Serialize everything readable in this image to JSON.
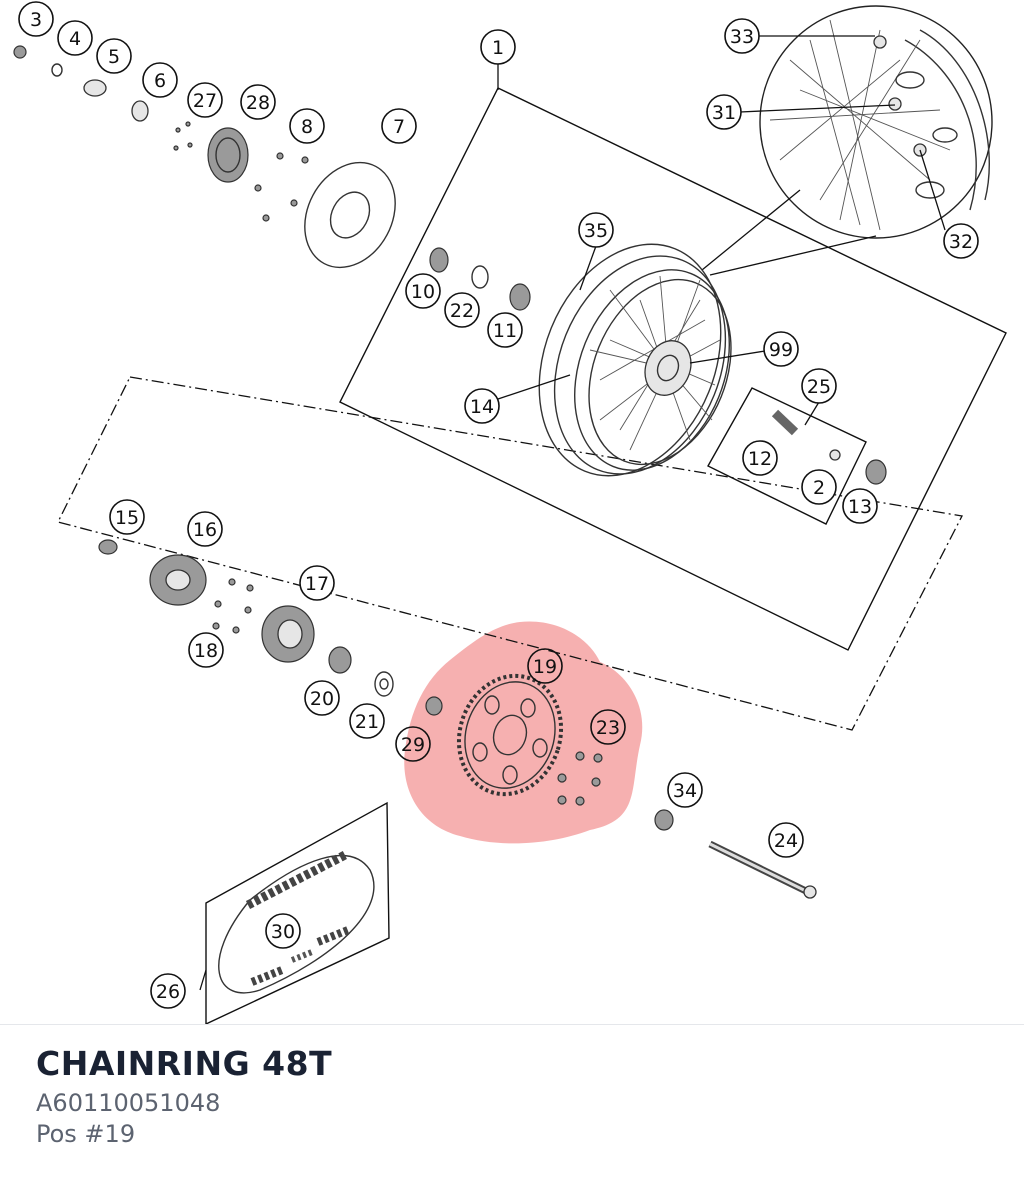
{
  "diagram": {
    "highlight_color": "#f08080",
    "callouts": [
      {
        "label": "3",
        "highlighted": false
      },
      {
        "label": "4",
        "highlighted": false
      },
      {
        "label": "5",
        "highlighted": false
      },
      {
        "label": "6",
        "highlighted": false
      },
      {
        "label": "27",
        "highlighted": false
      },
      {
        "label": "28",
        "highlighted": false
      },
      {
        "label": "8",
        "highlighted": false
      },
      {
        "label": "7",
        "highlighted": false
      },
      {
        "label": "1",
        "highlighted": false
      },
      {
        "label": "33",
        "highlighted": false
      },
      {
        "label": "31",
        "highlighted": false
      },
      {
        "label": "32",
        "highlighted": false
      },
      {
        "label": "35",
        "highlighted": false
      },
      {
        "label": "10",
        "highlighted": false
      },
      {
        "label": "22",
        "highlighted": false
      },
      {
        "label": "11",
        "highlighted": false
      },
      {
        "label": "99",
        "highlighted": false
      },
      {
        "label": "14",
        "highlighted": false
      },
      {
        "label": "25",
        "highlighted": false
      },
      {
        "label": "12",
        "highlighted": false
      },
      {
        "label": "2",
        "highlighted": false
      },
      {
        "label": "13",
        "highlighted": false
      },
      {
        "label": "15",
        "highlighted": false
      },
      {
        "label": "16",
        "highlighted": false
      },
      {
        "label": "17",
        "highlighted": false
      },
      {
        "label": "18",
        "highlighted": false
      },
      {
        "label": "20",
        "highlighted": false
      },
      {
        "label": "21",
        "highlighted": false
      },
      {
        "label": "19",
        "highlighted": true
      },
      {
        "label": "23",
        "highlighted": true
      },
      {
        "label": "29",
        "highlighted": true
      },
      {
        "label": "34",
        "highlighted": false
      },
      {
        "label": "24",
        "highlighted": false
      },
      {
        "label": "30",
        "highlighted": false
      },
      {
        "label": "26",
        "highlighted": false
      }
    ]
  },
  "selected_part": {
    "title": "CHAINRING 48T",
    "part_number": "A60110051048",
    "position": "Pos #19"
  }
}
